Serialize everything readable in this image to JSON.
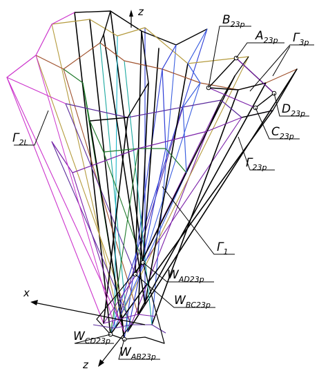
{
  "labels": {
    "z_top": "z",
    "x_axis": "x",
    "z_bottom": "z",
    "B23p": {
      "main": "B",
      "sub": "23p"
    },
    "A23p": {
      "main": "A",
      "sub": "23p"
    },
    "G3p": {
      "main": "Γ",
      "sub": "3p"
    },
    "D23p": {
      "main": "D",
      "sub": "23p"
    },
    "C23p": {
      "main": "C",
      "sub": "23p"
    },
    "G23p": {
      "main": "Γ",
      "sub": "23p"
    },
    "G2L": {
      "main": "Γ",
      "sub": "2L"
    },
    "G1": {
      "main": "Γ",
      "sub": "1"
    },
    "WAD23p": {
      "main": "W",
      "sub": "AD23p"
    },
    "WBC23p": {
      "main": "W",
      "sub": "BC23p"
    },
    "WCD23p": {
      "main": "W",
      "sub": "CD23p"
    },
    "WAB23p": {
      "main": "W",
      "sub": "AB23p"
    }
  },
  "colors": {
    "black": "#000000",
    "magenta": "#cc33cc",
    "purple": "#7a1fa8",
    "violet": "#5a2a9c",
    "blue": "#2b3bd6",
    "royal": "#3b5fe0",
    "teal": "#1aa8a0",
    "cyan": "#19b5c9",
    "green": "#1f7a2b",
    "olive": "#8a7a2a",
    "brown": "#a0522d",
    "khaki": "#b49a3c"
  }
}
